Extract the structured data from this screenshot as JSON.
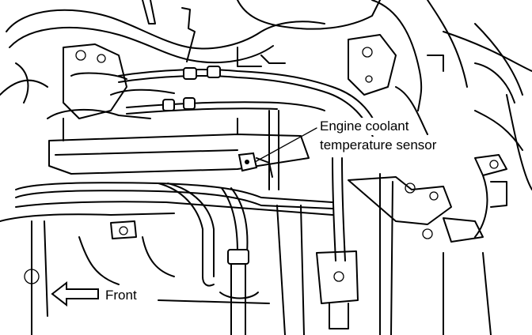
{
  "diagram": {
    "callout": {
      "line1": "Engine coolant",
      "line2": "temperature sensor"
    },
    "direction": {
      "label": "Front",
      "icon": "arrow-left-icon"
    }
  }
}
